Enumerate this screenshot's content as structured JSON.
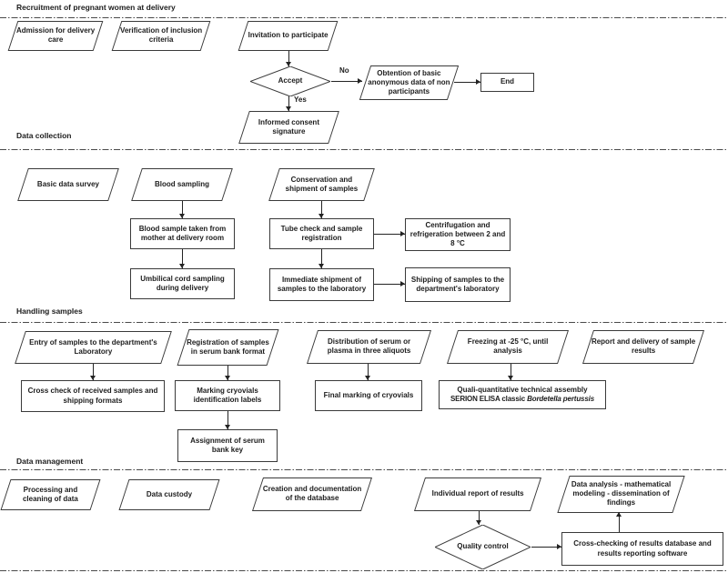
{
  "colors": {
    "line": "#3a3a3a",
    "text": "#1c1c1c",
    "background": "#ffffff"
  },
  "sections": [
    {
      "title": "Recruitment of pregnant women at delivery"
    },
    {
      "title": "Data collection"
    },
    {
      "title": "Handling samples"
    },
    {
      "title": "Data management"
    }
  ],
  "edge_labels": {
    "no": "No",
    "yes": "Yes"
  },
  "nodes": {
    "admission": {
      "label": "Admission for delivery care"
    },
    "verification": {
      "label": "Verification of inclusion criteria"
    },
    "invitation": {
      "label": "Invitation to participate"
    },
    "accept": {
      "label": "Accept"
    },
    "obtention": {
      "label": "Obtention of basic anonymous data of non participants"
    },
    "end": {
      "label": "End"
    },
    "informed_consent": {
      "label": "Informed consent signature"
    },
    "basic_data_survey": {
      "label": "Basic data survey"
    },
    "blood_sampling": {
      "label": "Blood sampling"
    },
    "conservation": {
      "label": "Conservation and shipment of samples"
    },
    "blood_sample_taken": {
      "label": "Blood sample taken from mother at delivery room"
    },
    "umbilical_cord": {
      "label": "Umbilical cord sampling during delivery"
    },
    "tube_check": {
      "label": "Tube check and sample registration"
    },
    "centrifugation": {
      "label": "Centrifugation and refrigeration between 2 and 8 °C"
    },
    "immediate_shipment": {
      "label": "Immediate shipment of samples to the laboratory"
    },
    "shipping_samples": {
      "label": "Shipping of samples to the department's laboratory"
    },
    "entry_samples": {
      "label": "Entry of samples to the department's Laboratory"
    },
    "registration_serum": {
      "label": "Registration of samples in serum bank format"
    },
    "cross_check": {
      "label": "Cross check of received samples and shipping formats"
    },
    "marking_cryovials": {
      "label": "Marking cryovials identification labels"
    },
    "assignment_serum": {
      "label": "Assignment of serum bank key"
    },
    "distribution_serum": {
      "label": "Distribution of serum or plasma in three aliquots"
    },
    "final_marking": {
      "label": "Final marking of cryovials"
    },
    "freezing": {
      "label": "Freezing at -25 °C, until analysis"
    },
    "quali_assembly": {
      "line1": "Quali-quantitative technical assembly",
      "line2_normal": "SERION ELISA classic ",
      "line2_italic": "Bordetella pertussis"
    },
    "report_delivery": {
      "label": "Report and delivery of sample results"
    },
    "processing_cleaning": {
      "label": "Processing and cleaning of data"
    },
    "data_custody": {
      "label": "Data custody"
    },
    "creation_database": {
      "label": "Creation and documentation of the database"
    },
    "individual_report": {
      "label": "Individual report of results"
    },
    "data_analysis": {
      "label": "Data analysis - mathematical modeling - dissemination of findings"
    },
    "quality_control": {
      "label": "Quality control"
    },
    "cross_checking": {
      "label": "Cross-checking of results database and results reporting software"
    }
  }
}
